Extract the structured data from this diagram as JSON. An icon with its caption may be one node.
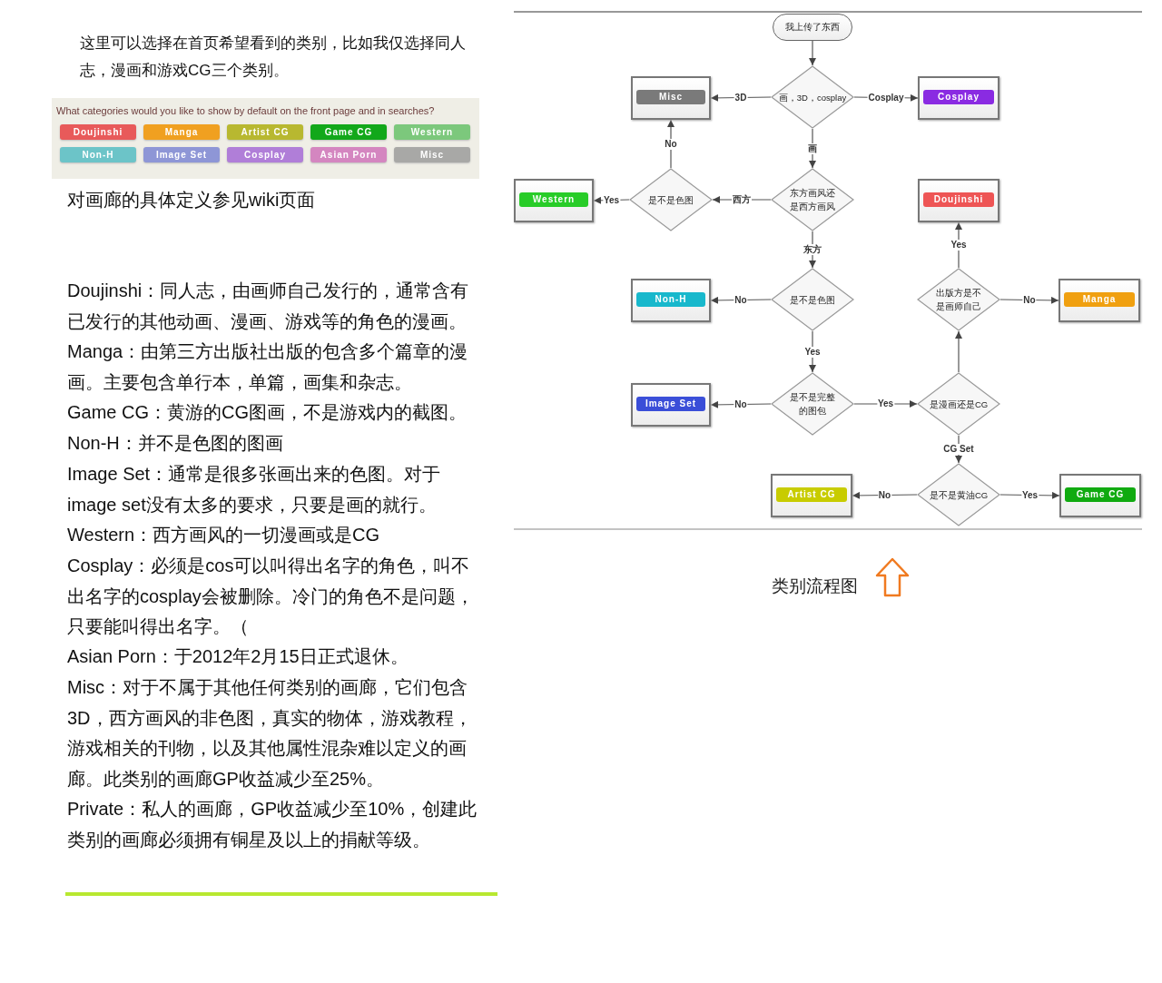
{
  "diagram": {
    "nodes": [
      {
        "text": [
          "我上传了东西"
        ]
      },
      {
        "text": [
          "画，3D，cosplay"
        ]
      },
      {
        "text": [
          "Misc"
        ]
      },
      {
        "text": [
          "Cosplay"
        ]
      },
      {
        "text": [
          "是不是色图"
        ]
      },
      {
        "text": [
          "东方画风还是西方画风"
        ]
      },
      {
        "text": [
          "Western"
        ]
      },
      {
        "text": [
          "Doujinshi"
        ]
      },
      {
        "text": [
          "是不是色图"
        ]
      },
      {
        "text": [
          "出版方是不是画师自己"
        ]
      },
      {
        "text": [
          "Non-H"
        ]
      },
      {
        "text": [
          "Manga"
        ]
      },
      {
        "text": [
          "Image Set"
        ]
      },
      {
        "text": [
          "是不是完整的图包"
        ]
      },
      {
        "text": [
          "是漫画还是CG"
        ]
      },
      {
        "text": [
          "Artist CG"
        ]
      },
      {
        "text": [
          "是不是黄油CG"
        ]
      },
      {
        "text": [
          "Game CG"
        ]
      }
    ],
    "edges": [
      {
        "from": 0,
        "to": 1,
        "arrow": "to"
      },
      {
        "from": 1,
        "to": 2,
        "arrow": "to",
        "label": "3D"
      },
      {
        "from": 1,
        "to": 3,
        "arrow": "to",
        "label": "Cosplay"
      },
      {
        "from": 1,
        "to": 5,
        "arrow": "to",
        "label": "画"
      },
      {
        "from": 5,
        "to": 4,
        "arrow": "to",
        "label": "西方"
      },
      {
        "from": 4,
        "to": 2,
        "arrow": "to",
        "label": "No"
      },
      {
        "from": 4,
        "to": 6,
        "arrow": "to",
        "label": "Yes"
      },
      {
        "from": 5,
        "to": 8,
        "arrow": "to",
        "label": "东方"
      },
      {
        "from": 8,
        "to": 10,
        "arrow": "to",
        "label": "No"
      },
      {
        "from": 8,
        "to": 13,
        "arrow": "to",
        "label": "Yes"
      },
      {
        "from": 13,
        "to": 12,
        "arrow": "to",
        "label": "No"
      },
      {
        "from": 13,
        "to": 14,
        "arrow": "to",
        "label": "Yes"
      },
      {
        "from": 14,
        "to": 9,
        "arrow": "to"
      },
      {
        "from": 9,
        "to": 7,
        "arrow": "to",
        "label": "Yes"
      },
      {
        "from": 9,
        "to": 11,
        "arrow": "to",
        "label": "No"
      },
      {
        "from": 14,
        "to": 16,
        "arrow": "to",
        "label": "CG Set"
      },
      {
        "from": 16,
        "to": 15,
        "arrow": "to",
        "label": "No"
      },
      {
        "from": 16,
        "to": 17,
        "arrow": "to",
        "label": "Yes"
      }
    ],
    "labels": [
      "这里可以选择在首页希望看到的类别，比如我仅选择同人志，漫画和游戏CG三个类别。",
      "What categories would you like to show by default on the front page and in searches?",
      "Doujinshi",
      "Manga",
      "Artist CG",
      "Game CG",
      "Western",
      "Non-H",
      "Image Set",
      "Cosplay",
      "Asian Porn",
      "Misc",
      "对画廊的具体定义参见wiki页面",
      "Doujinshi：同人志，由画师自己发行的，通常含有已发行的其他动画、漫画、游戏等的角色的漫画。",
      "Manga：由第三方出版社出版的包含多个篇章的漫画。主要包含单行本，单篇，画集和杂志。",
      "Game CG：黄游的CG图画，不是游戏内的截图。",
      "Non-H：并不是色图的图画",
      "Image Set：通常是很多张画出来的色图。对于image set没有太多的要求，只要是画的就行。",
      "Western：西方画风的一切漫画或是CG",
      "Cosplay：必须是cos可以叫得出名字的角色，叫不出名字的cosplay会被删除。冷门的角色不是问题，只要能叫得出名字。（",
      "Asian Porn：于2012年2月15日正式退休。",
      "Misc：对于不属于其他任何类别的画廊，它们包含3D，西方画风的非色图，真实的物体，游戏教程，游戏相关的刊物，以及其他属性混杂难以定义的画廊。此类别的画廊GP收益减少至25%。",
      "Private：私人的画廊，GP收益减少至10%，创建此类别的画廊必须拥有铜星及以上的捐献等级。",
      "类别流程图"
    ]
  }
}
